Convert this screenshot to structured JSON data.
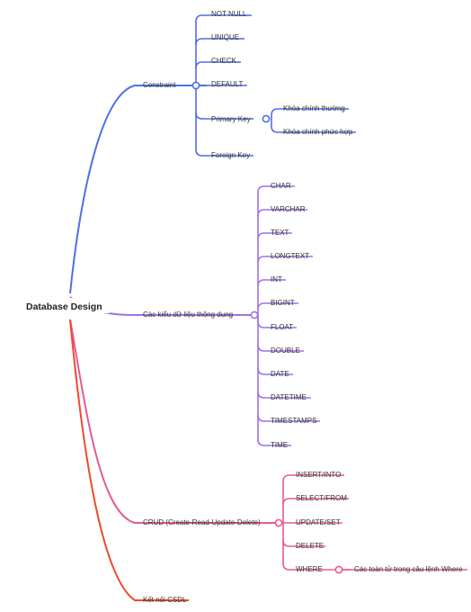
{
  "root": "Database Design",
  "colors": {
    "constraint": "#4f6ee8",
    "datatypes": "#a070e6",
    "crud": "#e85a8f",
    "connect": "#ee4a2e"
  },
  "branches": {
    "constraint": {
      "label": "Constraint",
      "children": [
        "NOT NULL",
        "UNIQUE",
        "CHECK",
        "DEFAULT",
        "Primary Key",
        "Foreign Key"
      ],
      "primary_key_children": [
        "Khóa chính thường",
        "Khóa chính phức hợp"
      ]
    },
    "datatypes": {
      "label": "Các kiểu dữ liệu thông dụng",
      "children": [
        "CHAR",
        "VARCHAR",
        "TEXT",
        "LONGTEXT",
        "INT",
        "BIGINT",
        "FLOAT",
        "DOUBLE",
        "DATE",
        "DATETIME",
        "TIMESTAMPS",
        "TIME"
      ]
    },
    "crud": {
      "label": "CRUD (Create-Read-Update-Delete)",
      "children": [
        "INSERT/INTO",
        "SELECT/FROM",
        "UPDATE/SET",
        "DELETE",
        "WHERE"
      ],
      "where_children": [
        "Các toán tử trong câu lệnh Where"
      ]
    },
    "connect": {
      "label": "Kết nối CSDL"
    }
  }
}
